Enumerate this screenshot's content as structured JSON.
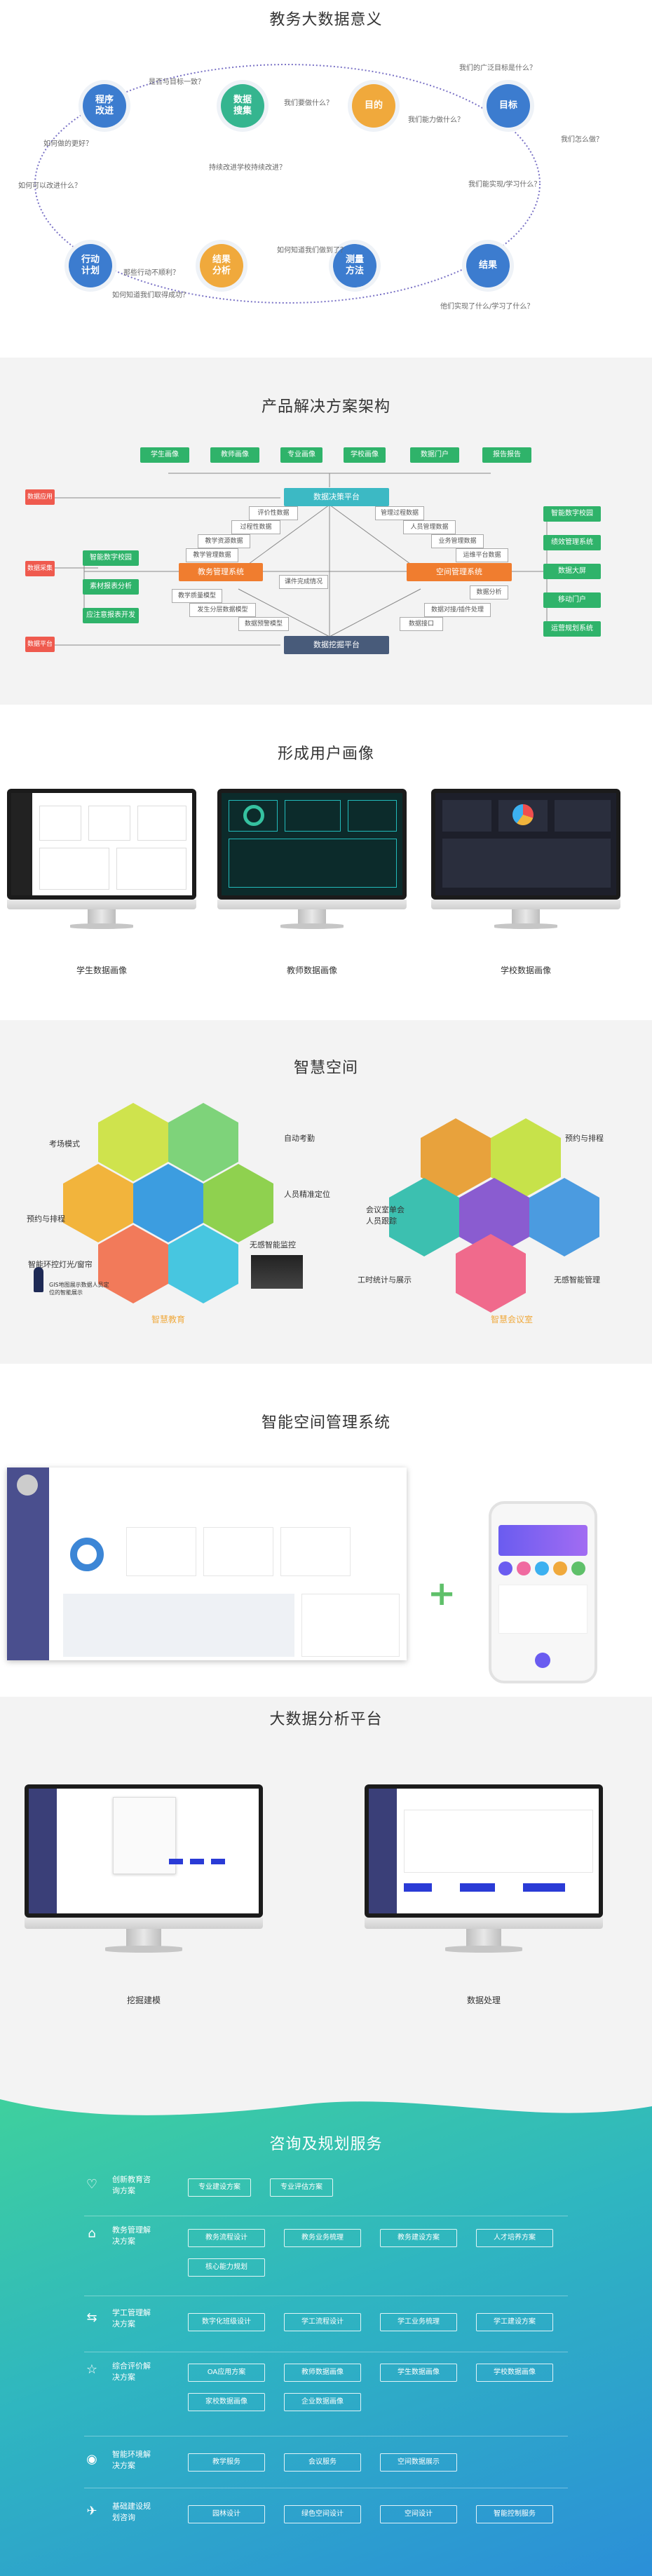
{
  "s1": {
    "title": "教务大数据意义",
    "nodes": [
      {
        "label": "程序\n改进",
        "color": "#3c7ccf"
      },
      {
        "label": "数据\n搜集",
        "color": "#35b58f"
      },
      {
        "label": "目的",
        "color": "#f0a93c"
      },
      {
        "label": "目标",
        "color": "#3c7ccf"
      },
      {
        "label": "行动\n计划",
        "color": "#3c7ccf"
      },
      {
        "label": "结果\n分析",
        "color": "#f0a93c"
      },
      {
        "label": "测量\n方法",
        "color": "#3c7ccf"
      },
      {
        "label": "结果",
        "color": "#3c7ccf"
      }
    ],
    "questions": [
      "是否与目标一致？",
      "我们要做什么？",
      "我们的广泛目标是什么？",
      "我们能力做什么？",
      "如何做的更好？",
      "我们怎么做？",
      "持续改进学校持续改进？",
      "如何可以改进什么？",
      "我们能实现/学习什么？",
      "如何知道我们做到了？",
      "那些行动不顺利？",
      "如何知道我们取得成功？",
      "他们实现了什么/学习了什么？"
    ]
  },
  "s2": {
    "title": "产品解决方案架构",
    "top_green": [
      "学生画像",
      "教师画像",
      "专业画像",
      "学校画像",
      "数据门户",
      "报告报告"
    ],
    "decision": "数据决策平台",
    "manage": "教务管理系统",
    "control": "空间管理系统",
    "mining": "数据挖掘平台",
    "left_red": [
      "数据应用",
      "数据采集",
      "数据平台"
    ],
    "left_green": [
      "智能数字校园",
      "素材报表分析",
      "应注意报表开发"
    ],
    "right_green": [
      "智能数字校园",
      "绩效管理系统",
      "数据大屏",
      "移动门户",
      "运营规划系统"
    ],
    "small": [
      "评价性数据",
      "过程性数据",
      "教学资源数据",
      "教学管理数据",
      "管理过程数据",
      "人员管理数据",
      "业务管理数据",
      "运维平台数据",
      "课件完成情况",
      "数据分析",
      "教学质量模型",
      "发生分层数据模型",
      "数据预警模型",
      "数据对接/插件处理",
      "数据接口"
    ]
  },
  "s3": {
    "title": "形成用户画像",
    "captions": [
      "学生数据画像",
      "教师数据画像",
      "学校数据画像"
    ]
  },
  "s4": {
    "title": "智慧空间",
    "left_labels": [
      "考场模式",
      "自动考勤",
      "人员精准定位",
      "预约与排程",
      "无感智能监控",
      "智能环控灯光/窗帘",
      "GIS地图展示数据人员定位的智能展示"
    ],
    "right_labels": [
      "预约与排程",
      "会议室单会人员跟踪",
      "无感智能管理",
      "工时统计与展示"
    ],
    "captions": [
      "智慧教育",
      "智慧会议室"
    ]
  },
  "s5": {
    "title": "智能空间管理系统",
    "plus": "+"
  },
  "s6": {
    "title": "大数据分析平台",
    "captions": [
      "挖掘建模",
      "数据处理"
    ]
  },
  "s7": {
    "title": "咨询及规划服务",
    "rows": [
      {
        "icon": "heart-icon",
        "title": "创新教育咨询方案",
        "items": [
          "专业建设方案",
          "专业评估方案"
        ]
      },
      {
        "icon": "home-icon",
        "title": "教务管理解决方案",
        "items": [
          "教务流程设计",
          "教务业务梳理",
          "教务建设方案",
          "人才培养方案",
          "核心能力规划"
        ]
      },
      {
        "icon": "flow-icon",
        "title": "学工管理解决方案",
        "items": [
          "数字化班级设计",
          "学工流程设计",
          "学工业务梳理",
          "学工建设方案"
        ]
      },
      {
        "icon": "star-icon",
        "title": "综合评价解决方案",
        "items": [
          "OA应用方案",
          "教师数据画像",
          "学生数据画像",
          "学校数据画像",
          "家校数据画像",
          "企业数据画像"
        ]
      },
      {
        "icon": "eye-icon",
        "title": "智能环境解决方案",
        "items": [
          "教学服务",
          "会议服务",
          "空间数据展示"
        ]
      },
      {
        "icon": "plane-icon",
        "title": "基础建设规划咨询",
        "items": [
          "园林设计",
          "绿色空间设计",
          "空间设计",
          "智能控制服务"
        ]
      }
    ]
  }
}
